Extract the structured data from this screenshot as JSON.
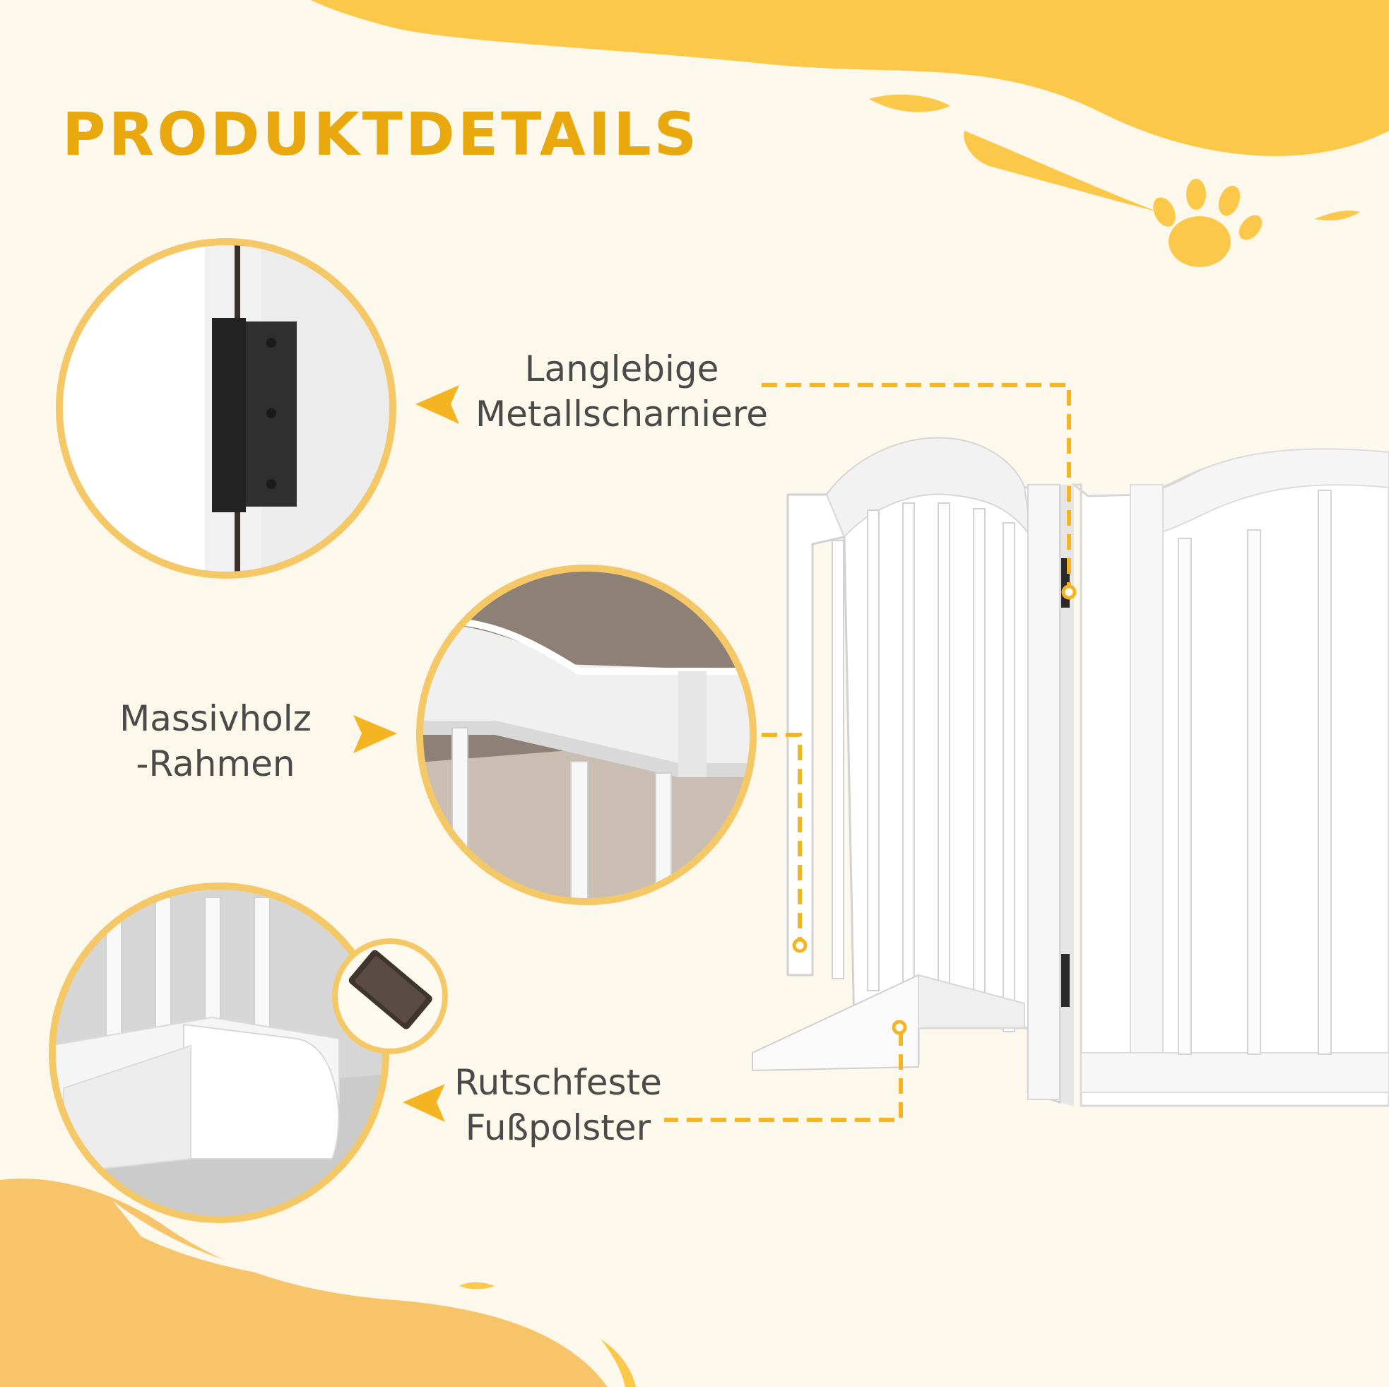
{
  "title": "PRODUKTDETAILS",
  "features": [
    {
      "line1": "Langlebige",
      "line2": "Metallscharniere"
    },
    {
      "line1": "Massivholz",
      "line2": "-Rahmen"
    },
    {
      "line1": "Rutschfeste",
      "line2": "Fußpolster"
    }
  ],
  "colors": {
    "accent": "#f5b523",
    "title": "#e9a90e",
    "background": "#fdf8ec",
    "label_text": "#4a4a4a",
    "gate_white": "#f7f7f7"
  },
  "icons": [
    "paw-icon",
    "arrow-icon",
    "callout-dot-icon"
  ]
}
